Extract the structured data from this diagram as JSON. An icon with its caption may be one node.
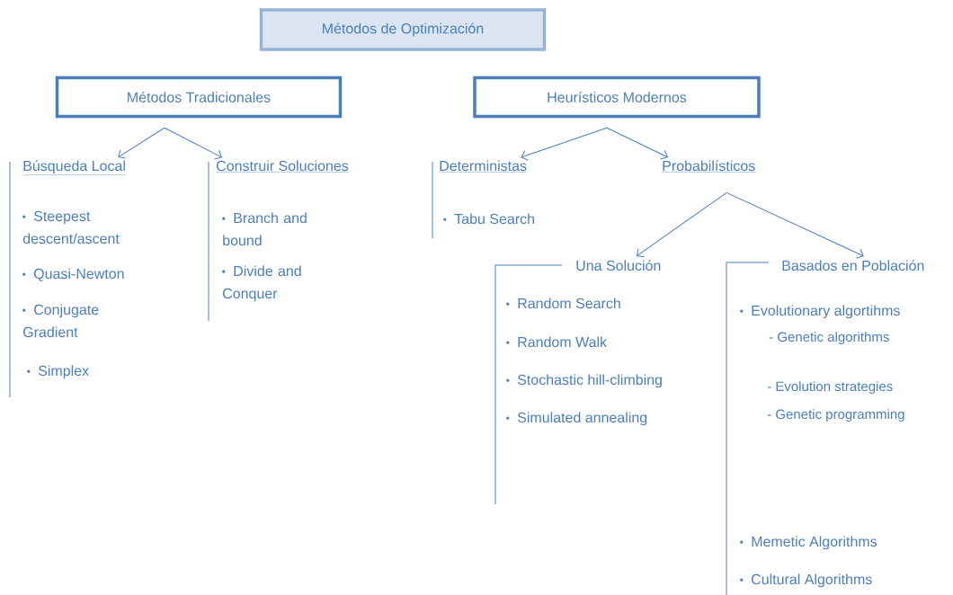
{
  "diagram": {
    "nodes": [
      {
        "text": [
          "Métodos de Optimización"
        ]
      },
      {
        "text": [
          "Métodos Tradicionales"
        ]
      },
      {
        "text": [
          "Heurísticos Modernos"
        ]
      },
      {
        "text": [
          "Búsqueda Local"
        ]
      },
      {
        "text": [
          "Construir Soluciones"
        ]
      },
      {
        "text": [
          "Deterministas"
        ]
      },
      {
        "text": [
          "Probabilísticos"
        ]
      },
      {
        "text": [
          "Una Solución"
        ]
      },
      {
        "text": [
          "Basados en Población"
        ]
      }
    ],
    "edges": [
      {
        "from": 1,
        "to": 3,
        "arrow": "to"
      },
      {
        "from": 1,
        "to": 4,
        "arrow": "to"
      },
      {
        "from": 2,
        "to": 5,
        "arrow": "to"
      },
      {
        "from": 2,
        "to": 6,
        "arrow": "to"
      },
      {
        "from": 6,
        "to": 7,
        "arrow": "to"
      },
      {
        "from": 6,
        "to": 8,
        "arrow": "to"
      }
    ],
    "labels": [
      "Steepest descent/ascent",
      "Quasi-Newton",
      "Conjugate Gradient",
      "Simplex",
      "Branch and bound",
      "Divide and Conquer",
      "Tabu Search",
      "Random Search",
      "Random Walk",
      "Stochastic hill-climbing",
      "Simulated annealing",
      "Evolutionary algortihms",
      "- Genetic algorithms",
      "- Evolution strategies",
      "- Genetic programming",
      "Memetic Algorithms",
      "Cultural Algorithms"
    ]
  }
}
